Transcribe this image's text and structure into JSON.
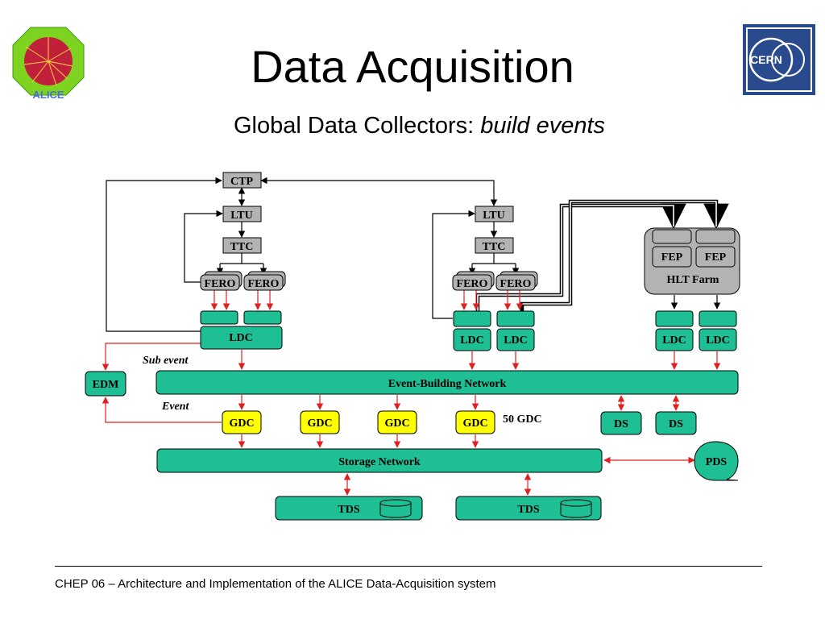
{
  "slide": {
    "title": "Data Acquisition",
    "subtitle_plain": "Global Data Collectors: ",
    "subtitle_italic": "build events",
    "footer": "CHEP 06 – Architecture and Implementation of the ALICE Data-Acquisition system"
  },
  "logos": {
    "alice_text": "ALICE",
    "cern_text": "CERN"
  },
  "diagram": {
    "ctp": "CTP",
    "ltu": "LTU",
    "ttc": "TTC",
    "fero": "FERO",
    "fep": "FEP",
    "hlt_farm": "HLT Farm",
    "ldc": "LDC",
    "edm": "EDM",
    "sub_event": "Sub event",
    "event": "Event",
    "event_building_network": "Event-Building Network",
    "gdc": "GDC",
    "gdc_count": "50 GDC",
    "ds": "DS",
    "storage_network": "Storage Network",
    "pds": "PDS",
    "tds": "TDS"
  },
  "colors": {
    "green": "#1fbf96",
    "yellow": "#ffff00",
    "gray": "#b3b3b3",
    "arrow_red": "#e02020"
  }
}
